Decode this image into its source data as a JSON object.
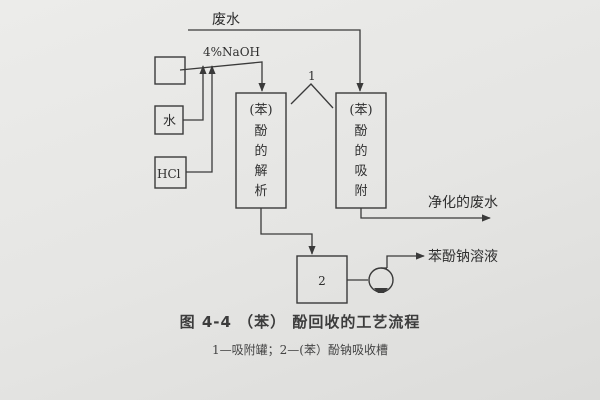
{
  "labels": {
    "wastewater_in": "废水",
    "naoh": "4%NaOH",
    "water": "水",
    "hcl": "HCl",
    "callout_1": "1",
    "decomposition_column": [
      "(苯)",
      "酚",
      "的",
      "解",
      "析"
    ],
    "adsorption_column": [
      "(苯)",
      "酚",
      "的",
      "吸",
      "附"
    ],
    "purified_water": "净化的废水",
    "tank_2": "2",
    "sodium_phenolate": "苯酚钠溶液"
  },
  "caption": {
    "title": "图 4-4 （苯） 酚回收的工艺流程",
    "legend": "1—吸附罐；2—(苯）酚钠吸收槽"
  },
  "icons": {
    "pump": "pump-icon"
  }
}
